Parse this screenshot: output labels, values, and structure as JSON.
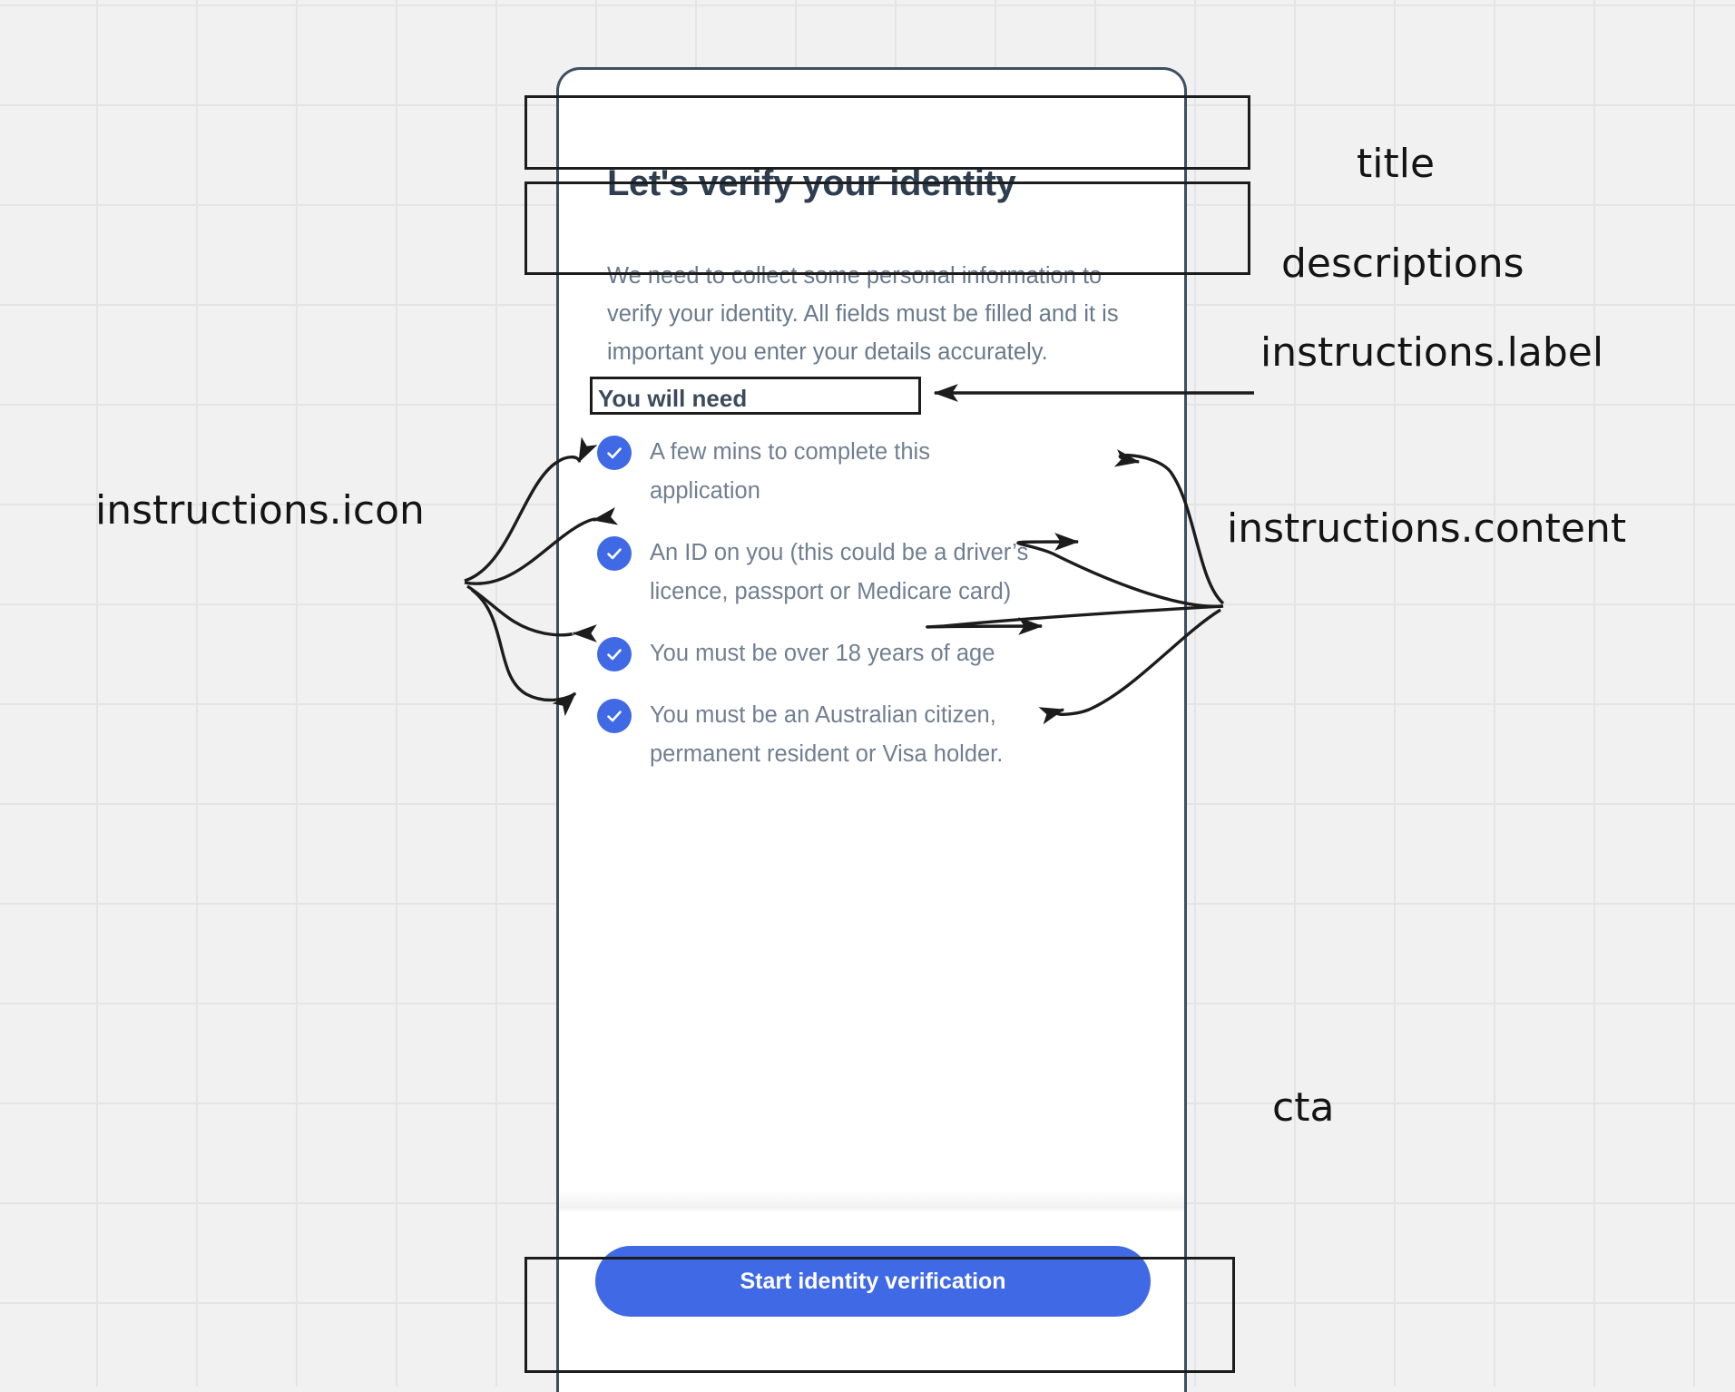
{
  "screen": {
    "title": "Let's verify your identity",
    "description": "We need to collect some personal information to verify your identity. All fields must be filled and it is important you enter your details accurately.",
    "instructions": {
      "label": "You will need",
      "items": [
        {
          "icon": "check-circle-icon",
          "content": "A few mins to complete this application"
        },
        {
          "icon": "check-circle-icon",
          "content": "An ID on you (this could be a driver’s licence, passport or Medicare card)"
        },
        {
          "icon": "check-circle-icon",
          "content": "You must be over 18 years of age"
        },
        {
          "icon": "check-circle-icon",
          "content": "You must be an Australian citizen, permanent resident or Visa holder."
        }
      ]
    },
    "cta": {
      "label": "Start identity verification"
    }
  },
  "annotations": {
    "title": "title",
    "descriptions": "descriptions",
    "instructions_label": "instructions.label",
    "instructions_icon": "instructions.icon",
    "instructions_content": "instructions.content",
    "cta": "cta"
  },
  "colors": {
    "accent": "#4069e5",
    "title_text": "#2e3e50",
    "body_text": "#697a8c",
    "frame_border": "#3d4f61",
    "background": "#f1f1f1",
    "grid_line": "#e4e4e4",
    "annotation_stroke": "#1c1c1c"
  }
}
